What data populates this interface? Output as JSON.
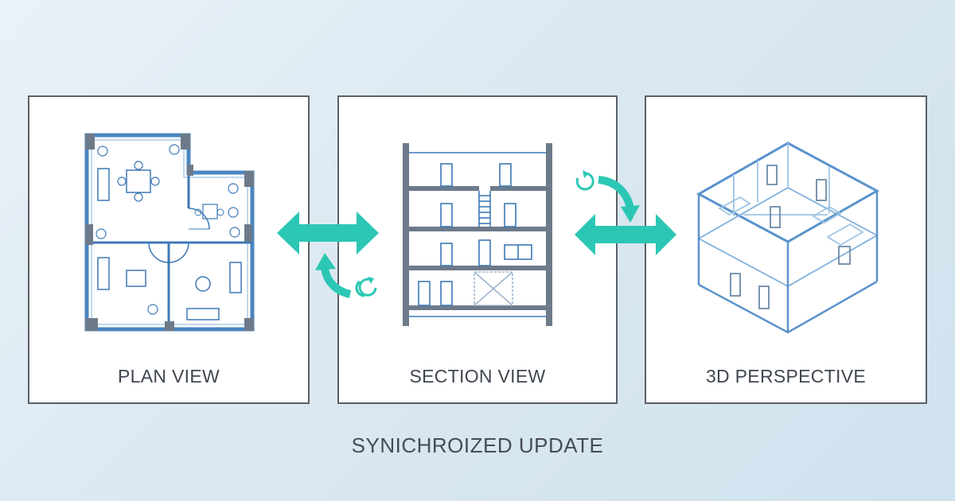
{
  "panels": [
    {
      "label": "PLAN VIEW",
      "icon": "floor-plan-icon"
    },
    {
      "label": "SECTION VIEW",
      "icon": "building-section-icon"
    },
    {
      "label": "3D PERSPECTIVE",
      "icon": "isometric-building-icon"
    }
  ],
  "caption": "SYNICHROIZED UPDATE",
  "colors": {
    "accent": "#2cc7b4",
    "wall_stroke": "#3d78b5",
    "wall_fill": "#6d7a8a",
    "panel_border": "#5a5f66",
    "text": "#3f4650"
  },
  "connectors": [
    {
      "type": "double-arrow",
      "icon": "double-arrow-icon",
      "between": [
        "PLAN VIEW",
        "SECTION VIEW"
      ]
    },
    {
      "type": "sync",
      "icon": "sync-arrows-icon",
      "between": [
        "PLAN VIEW",
        "SECTION VIEW"
      ]
    },
    {
      "type": "double-arrow",
      "icon": "double-arrow-icon",
      "between": [
        "SECTION VIEW",
        "3D PERSPECTIVE"
      ]
    },
    {
      "type": "sync",
      "icon": "sync-arrows-icon",
      "between": [
        "SECTION VIEW",
        "3D PERSPECTIVE"
      ]
    }
  ]
}
